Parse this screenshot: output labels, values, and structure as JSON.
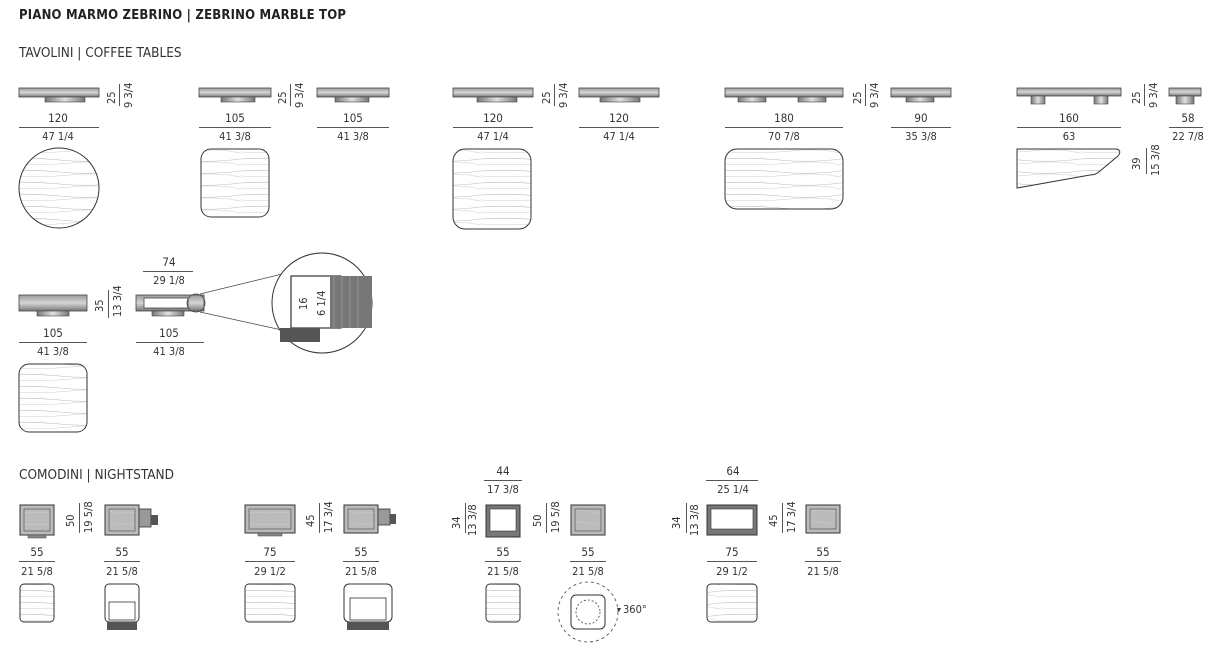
{
  "title": "PIANO MARMO ZEBRINO  |  ZEBRINO  MARBLE TOP",
  "sections": {
    "coffee_tables": "TAVOLINI  |  COFFEE TABLES",
    "nightstands": "COMODINI  |  NIGHTSTAND"
  },
  "coffee_tables": {
    "t1": {
      "height_cm": "25",
      "height_in": "9 3/4",
      "width_cm": "120",
      "width_in": "47 1/4"
    },
    "t2": {
      "height_cm": "25",
      "height_in": "9 3/4",
      "width_cm_a": "105",
      "width_in_a": "41 3/8",
      "width_cm_b": "105",
      "width_in_b": "41 3/8"
    },
    "t3": {
      "height_cm": "25",
      "height_in": "9 3/4",
      "width_cm_a": "120",
      "width_in_a": "47 1/4",
      "width_cm_b": "120",
      "width_in_b": "47 1/4"
    },
    "t4": {
      "height_cm": "25",
      "height_in": "9 3/4",
      "width_cm_a": "180",
      "width_in_a": "70 7/8",
      "width_cm_b": "90",
      "width_in_b": "35 3/8"
    },
    "t5": {
      "height_cm": "25",
      "height_in": "9 3/4",
      "width_cm_a": "160",
      "width_in_a": "63",
      "width_cm_b": "58",
      "width_in_b": "22 7/8",
      "depth_cm": "39",
      "depth_in": "15 3/8"
    },
    "t6": {
      "height_cm": "35",
      "height_in": "13 3/4",
      "width_cm_a": "105",
      "width_in_a": "41 3/8",
      "width_cm_b": "105",
      "width_in_b": "41 3/8",
      "inner_cm": "74",
      "inner_in": "29 1/8",
      "detail_cm": "16",
      "detail_in": "6 1/4"
    }
  },
  "nightstands": {
    "n1": {
      "height_cm": "50",
      "height_in": "19 5/8",
      "width_cm_a": "55",
      "width_in_a": "21 5/8",
      "width_cm_b": "55",
      "width_in_b": "21 5/8"
    },
    "n2": {
      "height_cm": "45",
      "height_in": "17 3/4",
      "width_cm_a": "75",
      "width_in_a": "29 1/2",
      "width_cm_b": "55",
      "width_in_b": "21 5/8"
    },
    "n3": {
      "height_cm": "34",
      "height_in": "13 3/8",
      "top_cm": "44",
      "top_in": "17 3/8",
      "height2_cm": "50",
      "height2_in": "19 5/8",
      "width_cm_a": "55",
      "width_in_a": "21 5/8",
      "width_cm_b": "55",
      "width_in_b": "21 5/8",
      "rotation": "360°"
    },
    "n4": {
      "height_cm": "34",
      "height_in": "13 3/8",
      "top_cm": "64",
      "top_in": "25 1/4",
      "height2_cm": "45",
      "height2_in": "17 3/4",
      "width_cm_a": "75",
      "width_in_a": "29 1/2",
      "width_cm_b": "55",
      "width_in_b": "21 5/8"
    }
  }
}
